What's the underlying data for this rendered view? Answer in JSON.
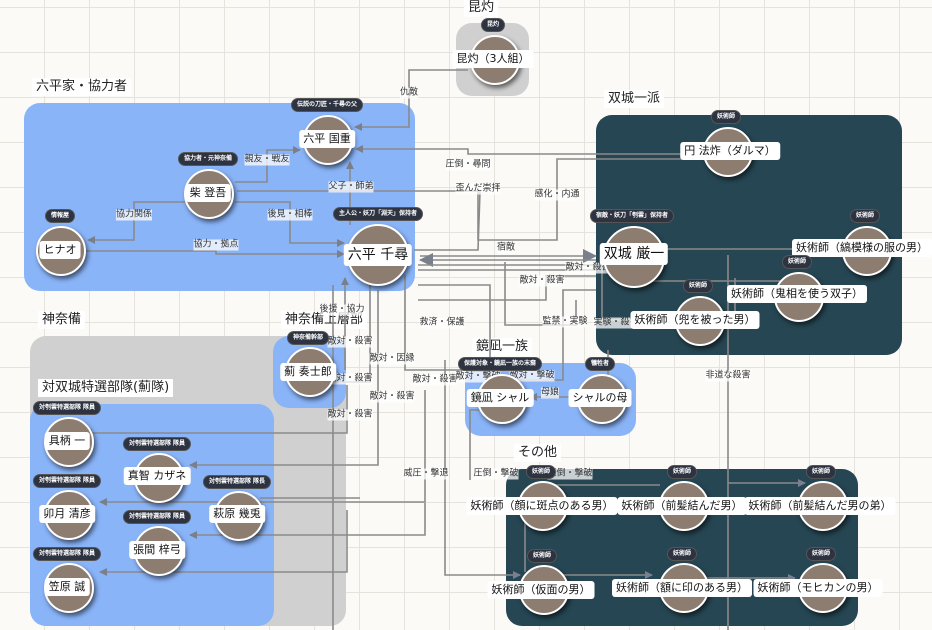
{
  "groups": {
    "rokuhira": "六平家・協力者",
    "konshaku": "昆灼",
    "sojo": "双城一派",
    "kanabi": "神奈備",
    "kanabi_top": "神奈備上層部",
    "tokusen": "対双城特選部隊(薊隊)",
    "kagami": "鏡凪一族",
    "other": "その他"
  },
  "nodes": {
    "kunishige": {
      "name": "六平 国重",
      "badge": "伝説の刀匠・千尋の父"
    },
    "chihiro": {
      "name": "六平 千尋",
      "badge": "主人公・妖刀「淵天」保持者"
    },
    "shiba": {
      "name": "柴 登吾",
      "badge": "協力者・元神奈備"
    },
    "hinao": {
      "name": "ヒナオ",
      "badge": "情報屋"
    },
    "konshaku": {
      "name": "昆灼（3人組）",
      "badge": "昆灼"
    },
    "enhosaku": {
      "name": "円 法炸（ダルマ）",
      "badge": "妖術師"
    },
    "sojo": {
      "name": "双城 厳一",
      "badge": "宿敵・妖刀「刳雲」保持者"
    },
    "shima": {
      "name": "妖術師（縞模様の服の男）",
      "badge": "妖術師"
    },
    "oni": {
      "name": "妖術師（鬼相を使う双子）",
      "badge": "妖術師"
    },
    "kabuto": {
      "name": "妖術師（兜を被った男）",
      "badge": "妖術師"
    },
    "azami": {
      "name": "薊 奏士郎",
      "badge": "神奈備幹部"
    },
    "gugara": {
      "name": "具柄 一",
      "badge": "対刳雲特選部隊 隊員"
    },
    "mashiro": {
      "name": "真智 カザネ",
      "badge": "対刳雲特選部隊 隊員"
    },
    "uzuki": {
      "name": "卯月 清彦",
      "badge": "対刳雲特選部隊 隊員"
    },
    "hagiwara": {
      "name": "萩原 幾兎",
      "badge": "対刳雲特選部隊 隊長"
    },
    "harima": {
      "name": "張間 梓弓",
      "badge": "対刳雲特選部隊 隊員"
    },
    "kasahara": {
      "name": "笠原 誠",
      "badge": "対刳雲特選部隊 隊員"
    },
    "shalu": {
      "name": "鏡凪 シャル",
      "badge": "保護対象・鏡凪一族の末裔"
    },
    "shalu_mother": {
      "name": "シャルの母",
      "badge": "犠牲者"
    },
    "hanten": {
      "name": "妖術師（顔に斑点のある男）",
      "badge": "妖術師"
    },
    "maegami": {
      "name": "妖術師（前髪結んだ男）",
      "badge": "妖術師"
    },
    "maegami_ototo": {
      "name": "妖術師（前髪結んだ男の弟）",
      "badge": "妖術師"
    },
    "kamen": {
      "name": "妖術師（仮面の男）",
      "badge": "妖術師"
    },
    "hitai": {
      "name": "妖術師（額に印のある男）",
      "badge": "妖術師"
    },
    "mohican": {
      "name": "妖術師（モヒカンの男）",
      "badge": "妖術師"
    }
  },
  "edges": {
    "kyuteki": "仇敵",
    "shinyu": "親友・戦友",
    "oyako": "父子・師弟",
    "kyoryoku_kankei": "協力関係",
    "koken": "後見・相棒",
    "kyoryoku_kyoten": "協力・拠点",
    "atto_jinmon": "圧倒・尋問",
    "yuganda": "歪んだ崇拝",
    "kanka": "感化・内通",
    "shukuteki": "宿敵",
    "tekitai1": "敵対・殺害",
    "tekitai_top": "敵対・殺害",
    "kouen": "後援・協力",
    "tekitai2": "敵対・殺害",
    "kyusai": "救済・保護",
    "kankin": "監禁・実験",
    "jikken": "実験・殺害",
    "tekitai_innen": "敵対・因縁",
    "tekitai3": "敵対・殺害",
    "tekitai4": "敵対・殺害",
    "tekitai5": "敵対・殺害",
    "tekitai_gekiha1": "敵対・撃破",
    "tekitai_gekiha2": "敵対・撃破",
    "tekitai6": "敵対・殺害",
    "boshi": "母娘",
    "hido": "非道な殺害",
    "iatsu": "威圧・撃退",
    "atto_gekiha1": "圧倒・撃破",
    "atto_gekiha2": "圧倒・撃破"
  },
  "colors": {
    "blue_group": "#8ab4f8",
    "dark_group": "#264653",
    "gray_group": "#d0d0d0",
    "node_fill": "#8c7d70",
    "edge": "#8a8a8a"
  }
}
